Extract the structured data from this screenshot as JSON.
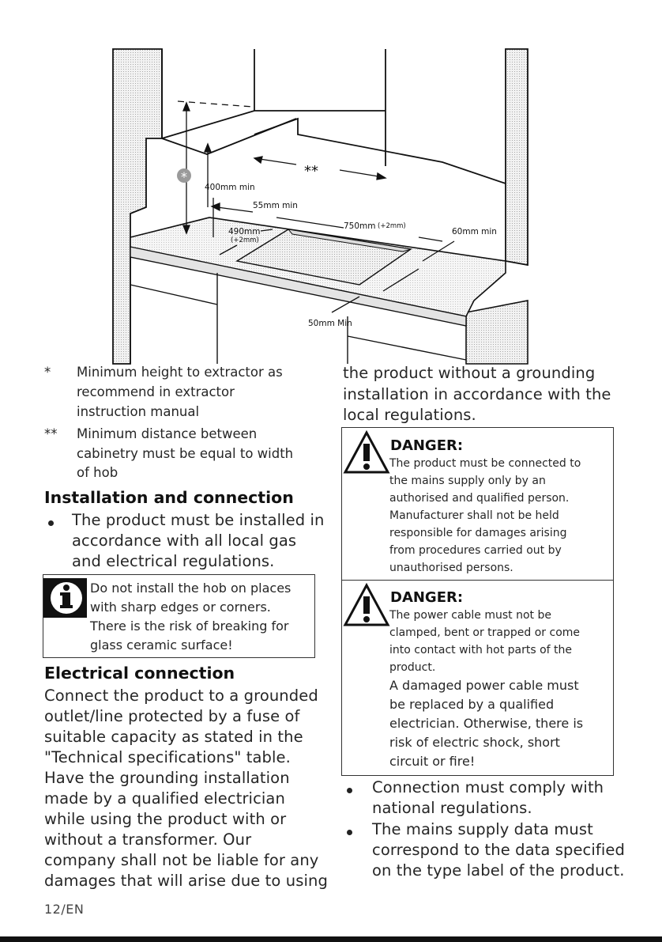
{
  "diagram": {
    "labels": {
      "star": "*",
      "double_star": "**",
      "d400": "400mm min",
      "d55": "55mm min",
      "d750": "750mm",
      "d750_tol": "(+2mm)",
      "d490": "490mm",
      "d490_tol": "(+2mm)",
      "d60": "60mm min",
      "d50": "50mm Min"
    }
  },
  "left_col": {
    "footnotes": [
      {
        "mark": "*",
        "lines": [
          "Minimum height to extractor as",
          "recommend in extractor",
          "instruction manual"
        ]
      },
      {
        "mark": "**",
        "lines": [
          "Minimum distance between",
          "cabinetry must be equal to width",
          "of hob"
        ]
      }
    ],
    "installation_heading": "Installation and connection",
    "installation_bullet_lines": [
      "The product must be installed in",
      "accordance with all local gas",
      "and electrical regulations."
    ],
    "info_box_lines": [
      "Do not install the hob on places",
      "with sharp edges or corners.",
      "There is the risk of breaking for",
      "glass ceramic surface!"
    ],
    "electrical_heading": "Electrical connection",
    "electrical_lines": [
      "Connect the product to a grounded",
      "outlet/line protected by a fuse of",
      "suitable capacity as stated in the",
      "\"Technical specifications\" table.",
      "Have the grounding installation",
      "made by a qualified electrician",
      "while using the product with or",
      "without a transformer. Our",
      "company shall not be liable for any",
      "damages that will arise due to using"
    ]
  },
  "right_col": {
    "continued_lines": [
      "the product without a grounding",
      "installation in accordance with the",
      "local regulations."
    ],
    "danger1_title": "DANGER:",
    "danger1_lines": [
      "The product must be connected to",
      "the mains supply only by an",
      "authorised and qualified person.",
      "Manufacturer shall not be held",
      "responsible for damages arising",
      "from procedures carried out by",
      "unauthorised persons."
    ],
    "danger2_title": "DANGER:",
    "danger2_lines_small": [
      "The power cable must not be",
      "clamped, bent or trapped or come",
      "into contact with hot parts of the",
      "product."
    ],
    "danger2_lines_large": [
      "A damaged power cable must",
      "be replaced by a qualified",
      "electrician. Otherwise, there is",
      "risk of electric shock, short",
      "circuit or fire!"
    ],
    "bullets": [
      [
        "Connection must comply with",
        "national regulations."
      ],
      [
        "The mains supply data must",
        "correspond to the data specified",
        "on the type label of the product."
      ]
    ]
  },
  "footer": {
    "page_number": "12/EN"
  }
}
